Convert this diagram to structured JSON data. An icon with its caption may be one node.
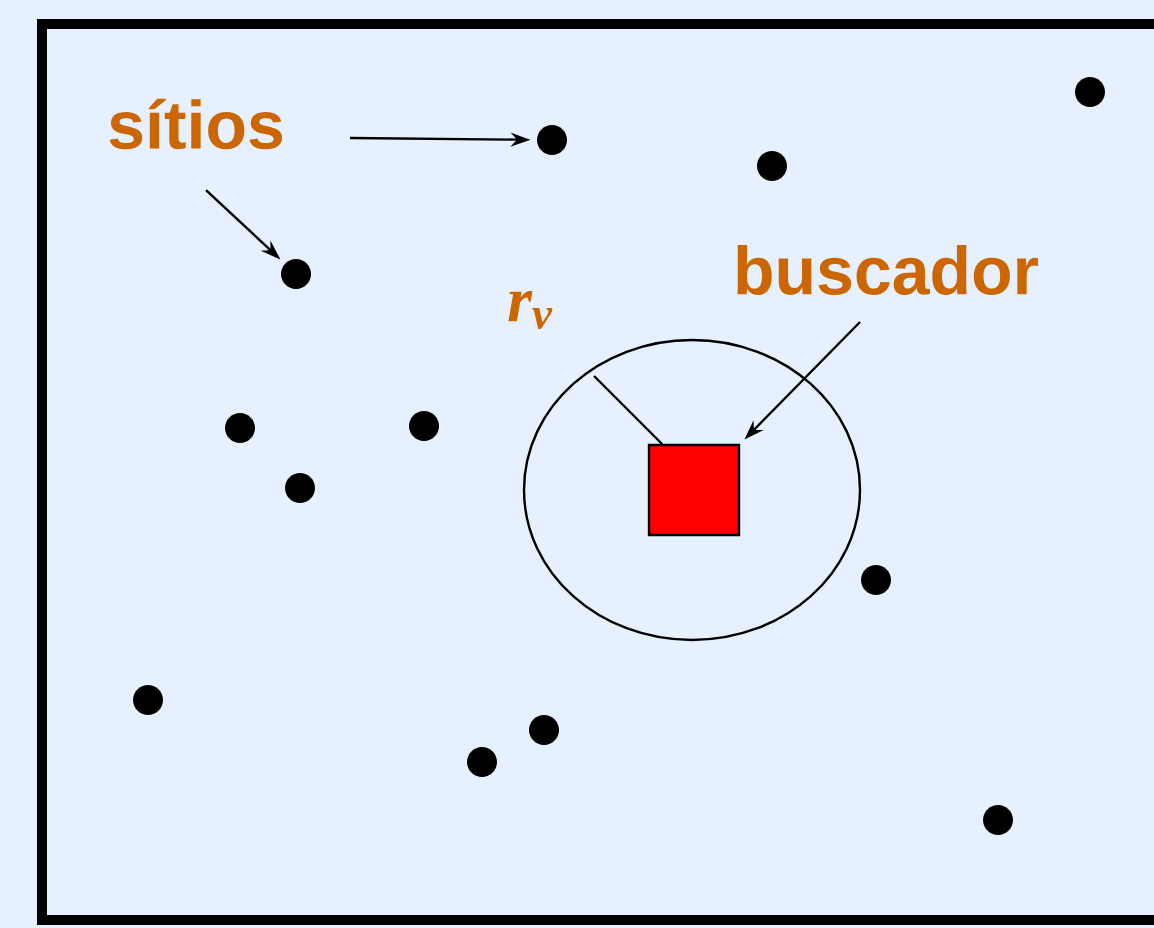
{
  "diagram": {
    "nodes": [
      {
        "text": [
          "sítios"
        ]
      },
      {
        "text": [
          "buscador"
        ]
      },
      {
        "text": [],
        "shape": "box"
      },
      {
        "text": [],
        "shape": "circle"
      },
      {
        "text": [],
        "shape": "circle"
      },
      {
        "text": [],
        "shape": "circle"
      },
      {
        "text": [],
        "shape": "circle"
      },
      {
        "text": [],
        "shape": "circle"
      },
      {
        "text": [],
        "shape": "circle"
      },
      {
        "text": [],
        "shape": "circle"
      },
      {
        "text": [],
        "shape": "circle"
      },
      {
        "text": [],
        "shape": "circle"
      },
      {
        "text": [],
        "shape": "circle"
      },
      {
        "text": [],
        "shape": "circle"
      },
      {
        "text": [],
        "shape": "circle"
      }
    ],
    "edges": [
      {
        "from": 0,
        "to": 4,
        "arrow": "to"
      },
      {
        "from": 0,
        "to": 6,
        "arrow": "to"
      },
      {
        "from": 1,
        "to": 2,
        "arrow": "to"
      }
    ],
    "labels": [
      "r$_{v}$"
    ]
  }
}
